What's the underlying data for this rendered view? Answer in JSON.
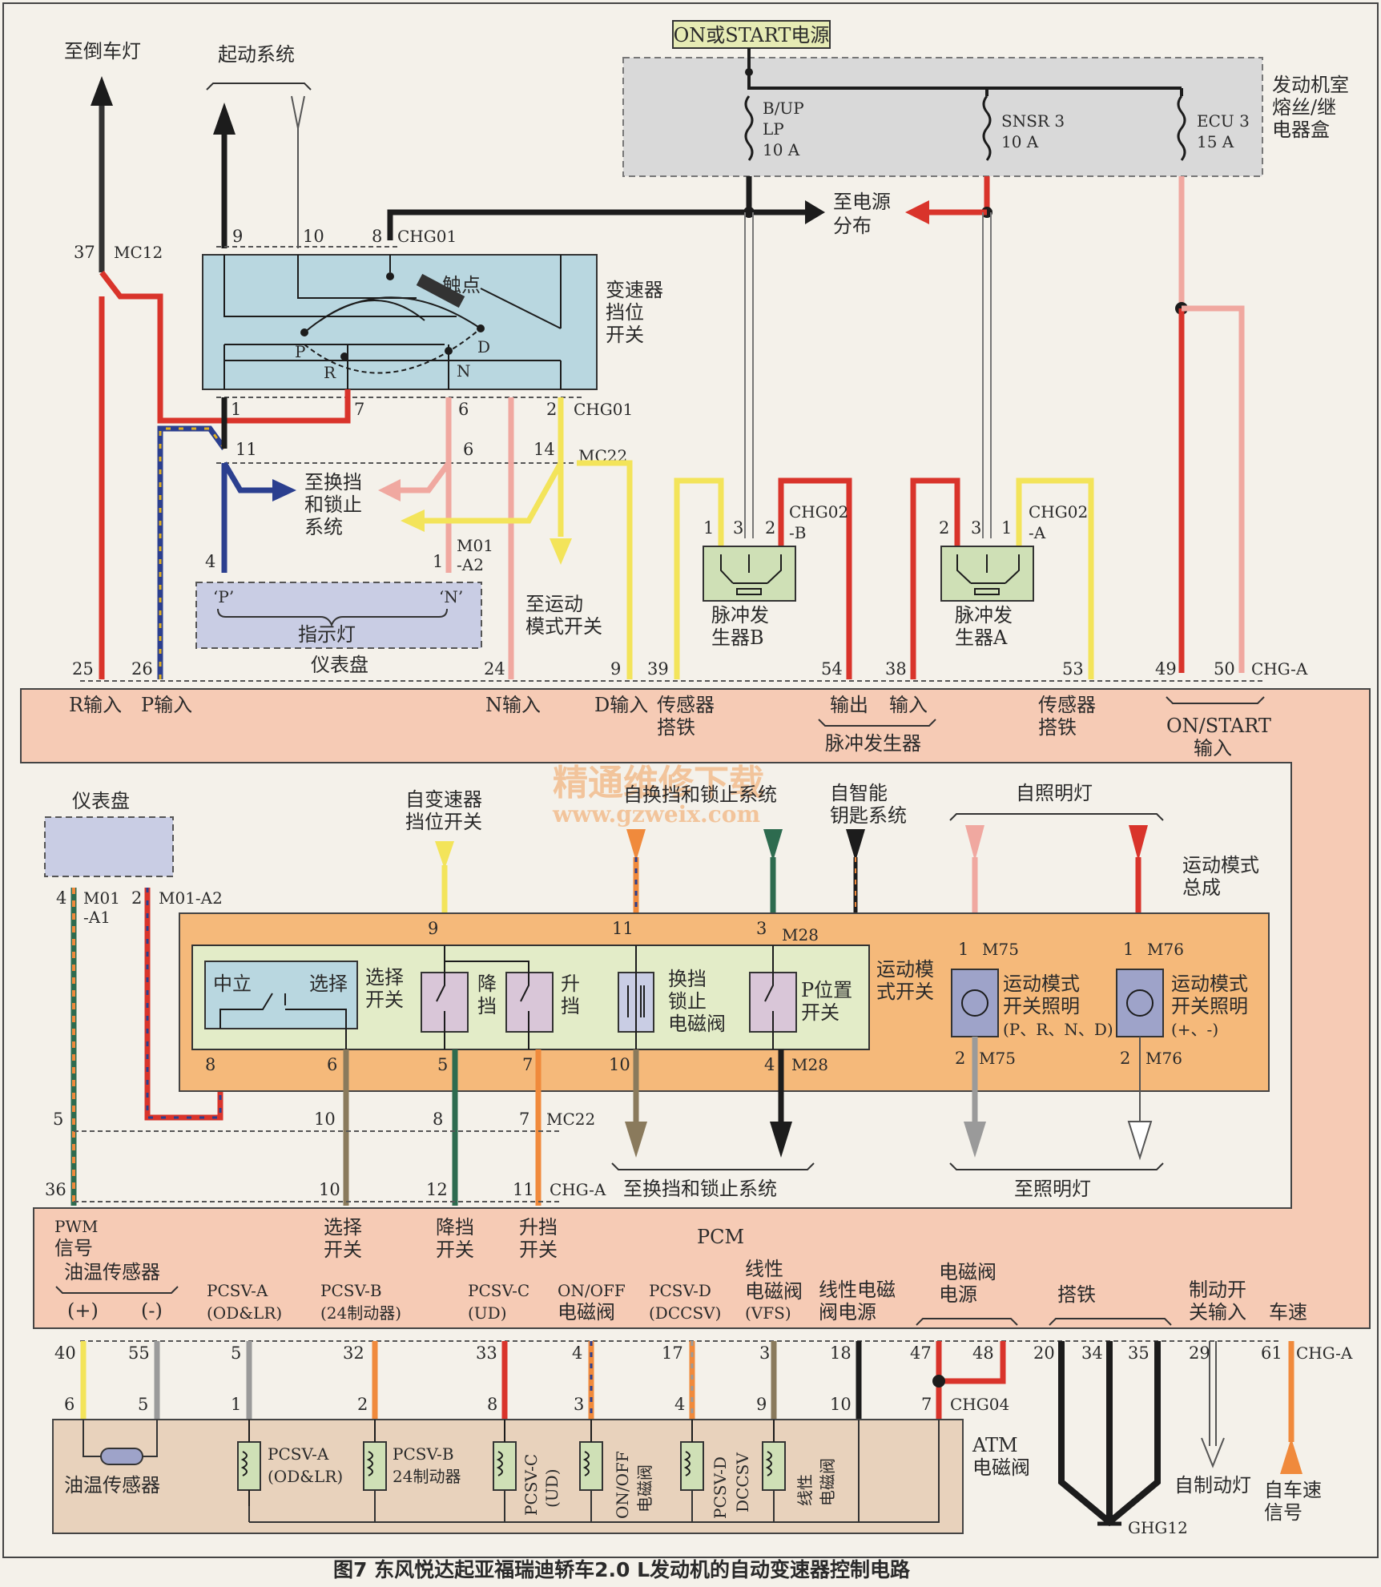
{
  "top": {
    "power_source": "ON或START电源",
    "fuse_box_label": [
      "发动机室",
      "熔丝/继",
      "电器盒"
    ],
    "fuse_b_up": [
      "B/UP",
      "LP",
      "10 A"
    ],
    "fuse_snsr": [
      "SNSR 3",
      "10 A"
    ],
    "fuse_ecu": [
      "ECU 3",
      "15 A"
    ],
    "to_power_dist": [
      "至电源",
      "分布"
    ],
    "to_reverse_lamp": "至倒车灯",
    "starting_system": "起动系统"
  },
  "range_switch": {
    "title": [
      "变速器",
      "挡位",
      "开关"
    ],
    "contact": "触点",
    "positions": [
      "P",
      "R",
      "N",
      "D"
    ],
    "top_pins": [
      "9",
      "10",
      "8"
    ],
    "top_connector": "CHG01",
    "bottom_pins": [
      "1",
      "7",
      "6",
      "2"
    ],
    "bottom_connector": "CHG01"
  },
  "left_mid": {
    "pin37": "37",
    "mc12": "MC12",
    "pin11": "11",
    "pin6": "6",
    "pin14": "14",
    "mc22": "MC22",
    "to_shift_lock": [
      "至换挡",
      "和锁止",
      "系统"
    ],
    "pin4": "4",
    "pin1": "1",
    "m01_a2": [
      "M01",
      "-A2"
    ],
    "indicator_p": "‘P’",
    "indicator_n": "‘N’",
    "indicator_lamp": "指示灯",
    "instrument_panel": "仪表盘",
    "to_sport_switch": [
      "至运动",
      "模式开关"
    ]
  },
  "pulse": {
    "b_pins": [
      "1",
      "3",
      "2"
    ],
    "b_conn": [
      "CHG02",
      "-B"
    ],
    "b_name": [
      "脉冲发",
      "生器B"
    ],
    "a_pins": [
      "2",
      "3",
      "1"
    ],
    "a_conn": [
      "CHG02",
      "-A"
    ],
    "a_name": [
      "脉冲发",
      "生器A"
    ]
  },
  "tcm_top_bar": {
    "pins": [
      "25",
      "26",
      "24",
      "9",
      "39",
      "54",
      "38",
      "53",
      "49",
      "50"
    ],
    "connector": "CHG-A",
    "r_input": "R输入",
    "p_input": "P输入",
    "n_input": "N输入",
    "d_input": "D输入",
    "sensor_ground_1": [
      "传感器",
      "搭铁"
    ],
    "output": "输出",
    "input": "输入",
    "pulse_gen": "脉冲发生器",
    "sensor_ground_2": [
      "传感器",
      "搭铁"
    ],
    "on_start_input": [
      "ON/START",
      "输入"
    ]
  },
  "watermark": {
    "line1": "精通维修下载",
    "line2": "www.gzweix.com"
  },
  "sport": {
    "inst_panel": "仪表盘",
    "pin4": "4",
    "m01_a1": [
      "M01",
      "-A1"
    ],
    "pin2": "2",
    "m01_a2": "M01-A2",
    "from_range_switch": [
      "自变速器",
      "挡位开关"
    ],
    "from_shift_lock": "自换挡和锁止系统",
    "from_smart_key": [
      "自智能",
      "钥匙系统"
    ],
    "from_lighting": "自照明灯",
    "assembly": [
      "运动模式",
      "总成"
    ],
    "pin9": "9",
    "pin11": "11",
    "pin3": "3",
    "m28": "M28",
    "neutral": "中立",
    "select": "选择",
    "select_switch": [
      "选择",
      "开关"
    ],
    "down": [
      "降",
      "挡"
    ],
    "up": [
      "升",
      "挡"
    ],
    "lock_solenoid": [
      "换挡",
      "锁止",
      "电磁阀"
    ],
    "p_switch": [
      "P位置",
      "开关"
    ],
    "sport_switch": [
      "运动模",
      "式开关"
    ],
    "m75": "M75",
    "m76": "M76",
    "pin1a": "1",
    "pin1b": "1",
    "illum1": [
      "运动模式",
      "开关照明",
      "(P、R、N、D)"
    ],
    "illum2": [
      "运动模式",
      "开关照明",
      "(+、-)"
    ],
    "bottom_pins": [
      "8",
      "6",
      "5",
      "7",
      "10",
      "4"
    ],
    "pin2a": "2",
    "pin2b": "2",
    "pin5": "5",
    "pin10": "10",
    "pin8": "8",
    "pin7": "7",
    "mc22": "MC22",
    "to_shift_lock": "至换挡和锁止系统",
    "to_lighting": "至照明灯",
    "pin36": "36",
    "pin10b": "10",
    "pin12": "12",
    "pin11b": "11",
    "chg_a": "CHG-A"
  },
  "pcm": {
    "name": "PCM",
    "pwm": [
      "PWM",
      "信号"
    ],
    "select_sw": [
      "选择",
      "开关"
    ],
    "down_sw": [
      "降挡",
      "开关"
    ],
    "up_sw": [
      "升挡",
      "开关"
    ],
    "oil_temp": "油温传感器",
    "plus": "(+)",
    "minus": "(-)",
    "pcsv_a": [
      "PCSV-A",
      "(OD&LR)"
    ],
    "pcsv_b": [
      "PCSV-B",
      "(24制动器)"
    ],
    "pcsv_c": [
      "PCSV-C",
      "(UD)"
    ],
    "onoff": [
      "ON/OFF",
      "电磁阀"
    ],
    "pcsv_d": [
      "PCSV-D",
      "(DCCSV)"
    ],
    "vfs": [
      "线性",
      "电磁阀",
      "(VFS)"
    ],
    "linear_power": [
      "线性电磁",
      "阀电源"
    ],
    "sol_power": [
      "电磁阀",
      "电源"
    ],
    "ground": "搭铁",
    "brake_in": [
      "制动开",
      "关输入"
    ],
    "speed": "车速",
    "pins": [
      "40",
      "55",
      "5",
      "32",
      "33",
      "4",
      "17",
      "3",
      "18",
      "47",
      "48",
      "20",
      "34",
      "35",
      "29",
      "61"
    ],
    "connector": "CHG-A"
  },
  "atm": {
    "pins": [
      "6",
      "5",
      "1",
      "2",
      "8",
      "3",
      "4",
      "9",
      "10",
      "7"
    ],
    "connector": "CHG04",
    "title": [
      "ATM",
      "电磁阀"
    ],
    "oil_sensor": "油温传感器",
    "pcsv_a": [
      "PCSV-A",
      "(OD&LR)"
    ],
    "pcsv_b": [
      "PCSV-B",
      "24制动器"
    ],
    "pcsv_c": [
      "PCSV-C",
      "(UD)"
    ],
    "onoff": [
      "ON/OFF",
      "电磁阀"
    ],
    "pcsv_d": [
      "PCSV-D",
      "DCCSV"
    ],
    "linear": [
      "线性",
      "电磁阀"
    ],
    "ghg12": "GHG12",
    "from_brake": "自制动灯",
    "from_speed": [
      "自车速",
      "信号"
    ]
  },
  "caption": "图7 东风悦达起亚福瑞迪轿车2.0 L发动机的自动变速器控制电路",
  "colors": {
    "red": "#d9342b",
    "black": "#1c1c1c",
    "pink": "#f0a8a0",
    "yellow": "#f3e45a",
    "blue": "#2b3f8f",
    "orange": "#f08a3c",
    "green": "#2d6b4f",
    "gray": "#9a9a9a",
    "brown": "#8a7a5c",
    "bar_fill": "#f6cbb5",
    "sport_fill": "#f5b97a",
    "switch_fill": "#e3ecc8",
    "range_fill": "#b9d7e0",
    "panel_fill": "#c9cde4",
    "atm_fill": "#e8d2bc",
    "pulse_fill": "#cfe0b6"
  }
}
